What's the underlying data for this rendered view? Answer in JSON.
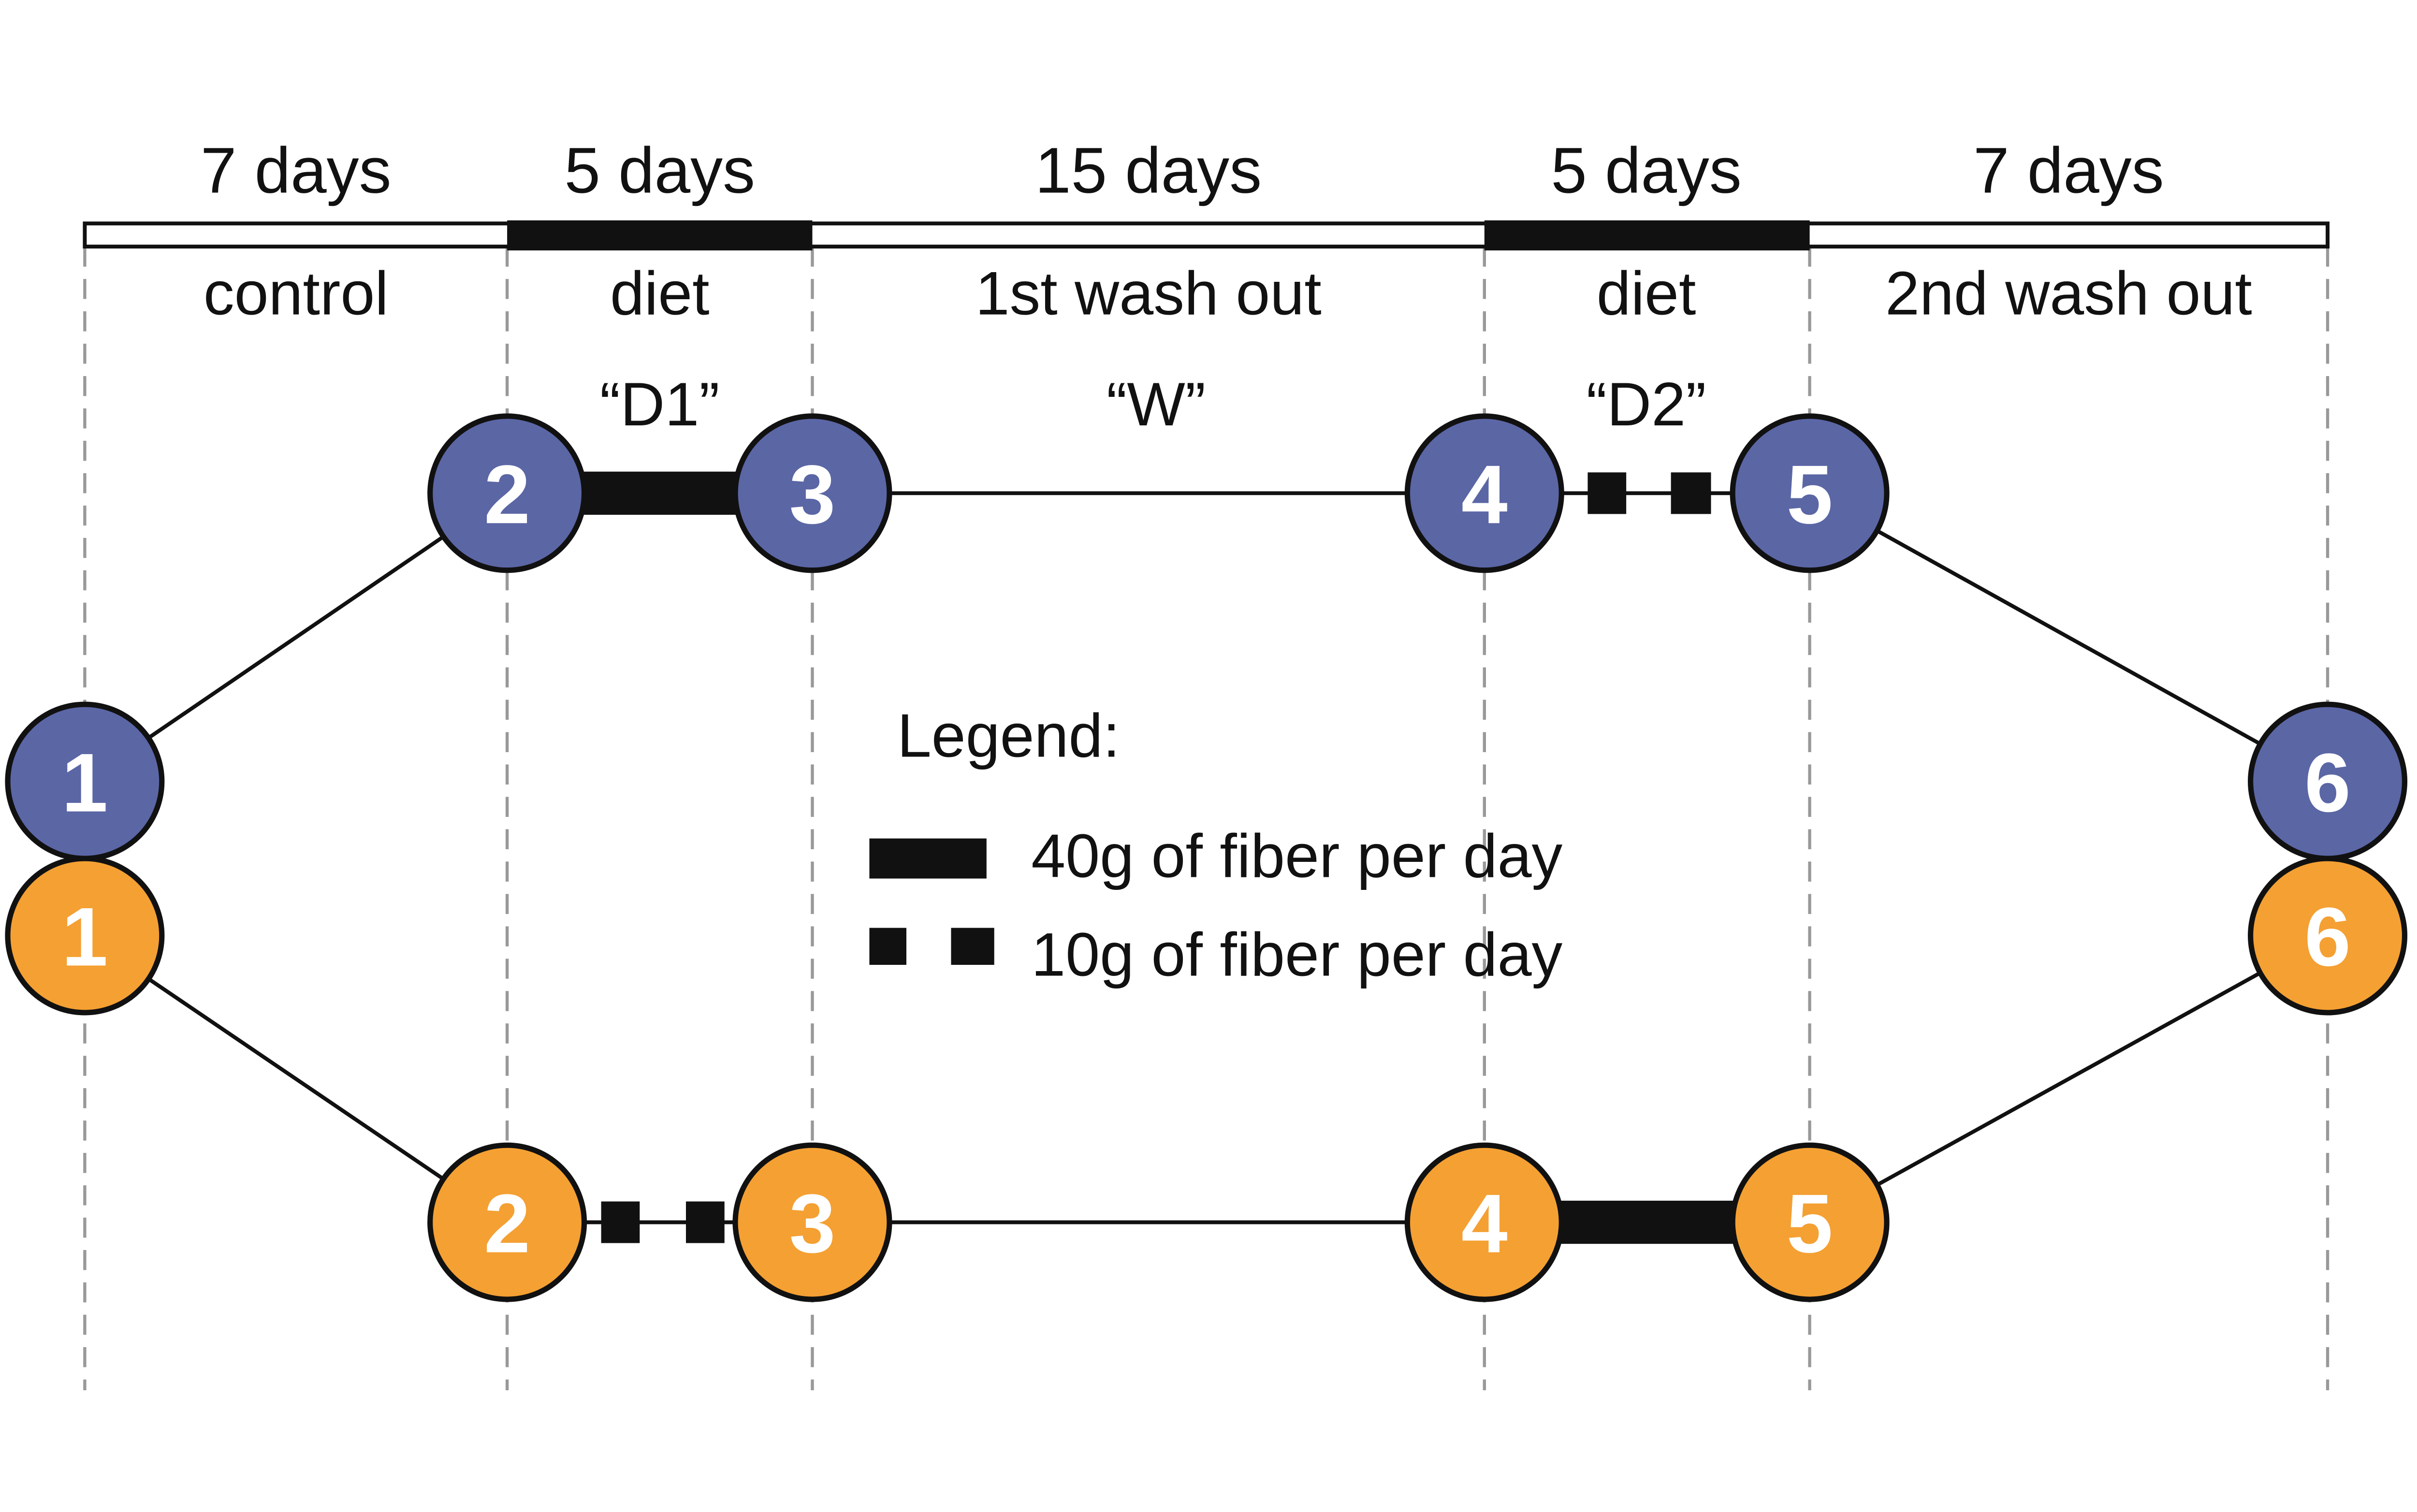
{
  "timeline": {
    "phases": [
      {
        "duration": "7 days",
        "label": "control"
      },
      {
        "duration": "5 days",
        "label": "diet",
        "code": "“D1”"
      },
      {
        "duration": "15 days",
        "label": "1st wash out",
        "code": "“W”"
      },
      {
        "duration": "5 days",
        "label": "diet",
        "code": "“D2”"
      },
      {
        "duration": "7 days",
        "label": "2nd wash out"
      }
    ]
  },
  "legend": {
    "title": "Legend:",
    "items": [
      {
        "symbol": "thick-bar",
        "label": "40g of fiber per day"
      },
      {
        "symbol": "dashed-bar",
        "label": "10g of fiber per day"
      }
    ]
  },
  "arms": {
    "top": {
      "name": "blue-arm",
      "color": "#5B66A5",
      "nodes": [
        "1",
        "2",
        "3",
        "4",
        "5",
        "6"
      ]
    },
    "bottom": {
      "name": "orange-arm",
      "color": "#F4A033",
      "nodes": [
        "1",
        "2",
        "3",
        "4",
        "5",
        "6"
      ]
    }
  },
  "colors": {
    "blue_node": "#5B66A5",
    "orange_node": "#F4A033",
    "bar_black": "#111111",
    "boundary_gray": "#999999",
    "node_number_text": "#ffffff"
  }
}
